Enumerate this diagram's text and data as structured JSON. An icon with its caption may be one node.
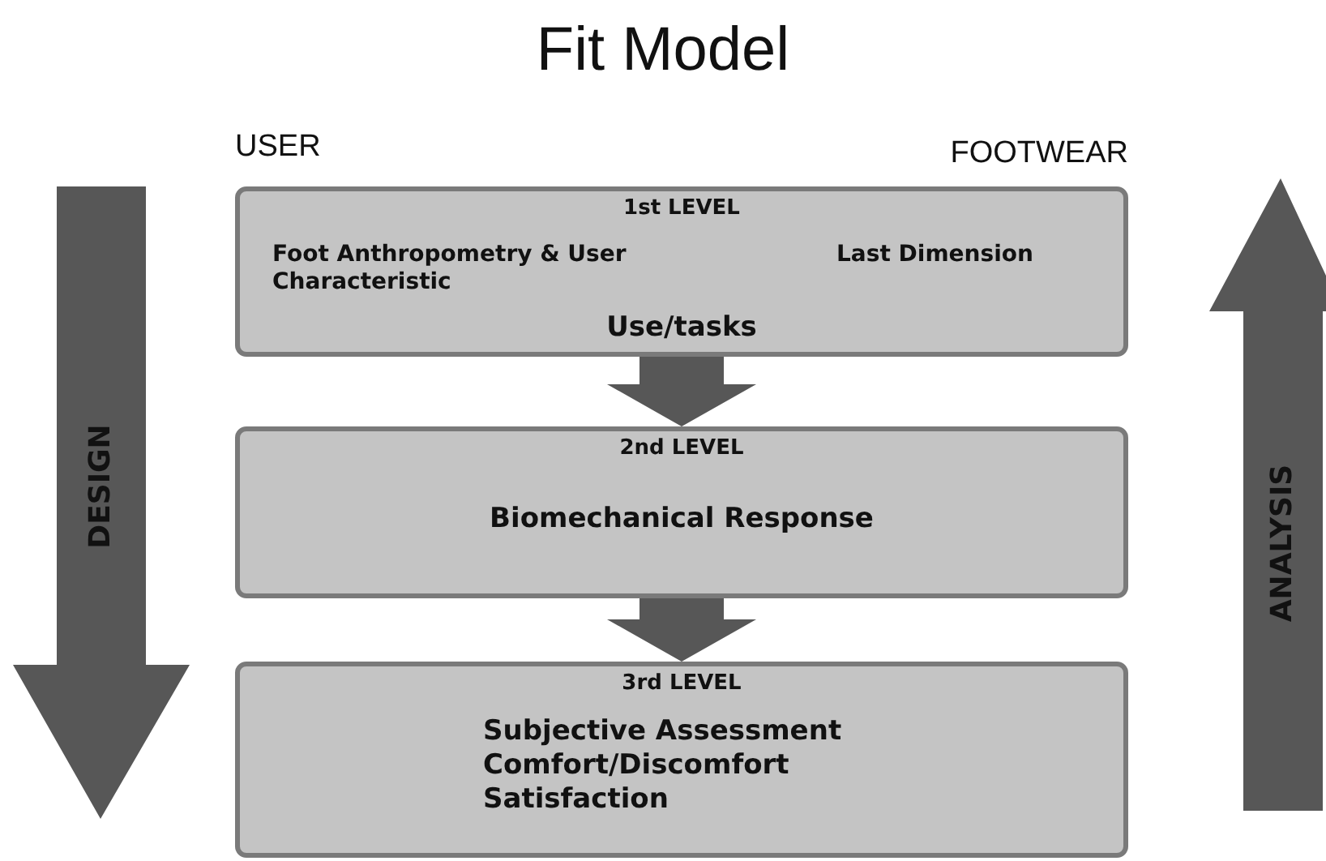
{
  "diagram": {
    "title": "Fit Model",
    "nodes": [
      {
        "text": [
          "1st LEVEL",
          "Foot Anthropometry & User Characteristic",
          "Last Dimension",
          "Use/tasks"
        ]
      },
      {
        "text": [
          "2nd LEVEL",
          "Biomechanical Response"
        ]
      },
      {
        "text": [
          "3rd LEVEL",
          "Subjective Assessment Comfort/Discomfort Satisfaction"
        ]
      }
    ],
    "edges": [
      {
        "from": 0,
        "to": 1,
        "arrow": "to"
      },
      {
        "from": 1,
        "to": 2,
        "arrow": "to"
      }
    ],
    "labels": [
      "USER",
      "FOOTWEAR",
      "DESIGN",
      "ANALYSIS"
    ]
  }
}
